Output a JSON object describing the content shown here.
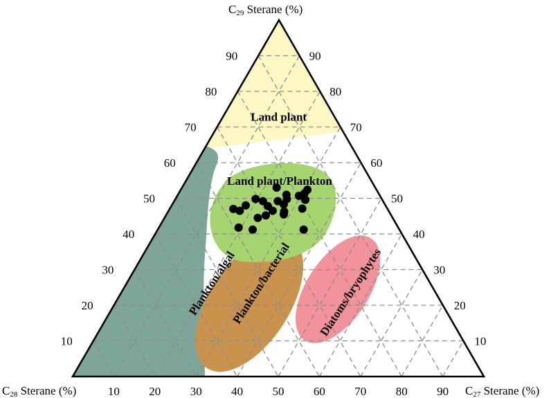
{
  "chart_data": {
    "type": "scatter",
    "subtype": "ternary",
    "axes": {
      "top": {
        "label_main": "C",
        "label_sub": "29",
        "label_rest": " Sterane (%)"
      },
      "left": {
        "label_main": "C",
        "label_sub": "28",
        "label_rest": " Sterane (%)"
      },
      "right": {
        "label_main": "C",
        "label_sub": "27",
        "label_rest": " Sterane (%)"
      }
    },
    "ticks": [
      10,
      20,
      30,
      40,
      50,
      60,
      70,
      80,
      90
    ],
    "tick_labels": [
      "10",
      "20",
      "30",
      "40",
      "50",
      "60",
      "70",
      "80",
      "90"
    ],
    "grid": true,
    "regions": [
      {
        "name": "Land plant",
        "color": "#fdf7c3",
        "c29": [
          100,
          0
        ],
        "label_c29": 72.5,
        "label_c27": 13.75
      },
      {
        "name": "Plankton/algal",
        "color": "#7ea59a",
        "rotate": -57,
        "label_c29": 26,
        "label_c27": 21
      },
      {
        "name": "Land plant/Plankton",
        "color": "#a6d46f",
        "rotate": 0,
        "label_c29": 54.5,
        "label_c27": 23
      },
      {
        "name": "Plankton/bacterial",
        "color": "#c9934e",
        "rotate": -57,
        "label_c29": 26,
        "label_c27": 33
      },
      {
        "name": "Diatoms/bryophytes",
        "color": "#f2929a",
        "rotate": -57,
        "label_c29": 23.5,
        "label_c27": 56
      }
    ],
    "point_color": "#000000",
    "points_c29_c27": [
      [
        53,
        23
      ],
      [
        49.8,
        19.5
      ],
      [
        49.2,
        21.6
      ],
      [
        48,
        18
      ],
      [
        47,
        15.5
      ],
      [
        46.5,
        17.3
      ],
      [
        47.8,
        23.5
      ],
      [
        46.5,
        25.3
      ],
      [
        49.2,
        25.2
      ],
      [
        49.8,
        27.1
      ],
      [
        51,
        26.4
      ],
      [
        50.7,
        29.6
      ],
      [
        48.3,
        27.1
      ],
      [
        52.4,
        30.8
      ],
      [
        51.4,
        30.6
      ],
      [
        49.6,
        31.7
      ],
      [
        47.1,
        32.2
      ],
      [
        45.5,
        28.5
      ],
      [
        46.3,
        28.2
      ],
      [
        45.2,
        24.3
      ],
      [
        44.5,
        22.7
      ],
      [
        41.8,
        19.4
      ],
      [
        41.2,
        23.1
      ],
      [
        41.2,
        35.5
      ]
    ]
  }
}
